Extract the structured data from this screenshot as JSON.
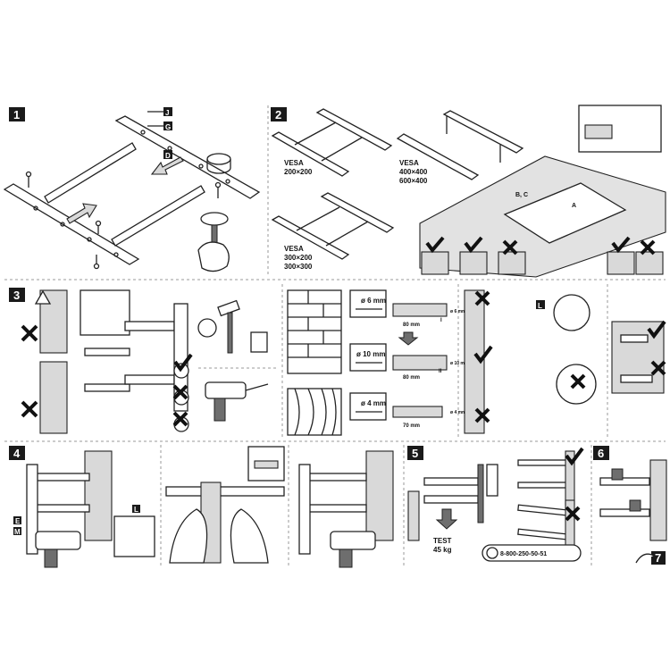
{
  "steps": {
    "s1": "1",
    "s2": "2",
    "s3": "3",
    "s4": "4",
    "s5": "5",
    "s6": "6",
    "s7": "7"
  },
  "parts": {
    "J": "J",
    "G": "G",
    "D": "D",
    "BC": "B, C",
    "A": "A",
    "L": "L",
    "E": "E",
    "M": "M",
    "roman1": "I",
    "roman2": "II"
  },
  "vesa": {
    "v1": "VESA",
    "v1a": "200×200",
    "v2": "VESA",
    "v2a": "400×400",
    "v2b": "600×400",
    "v3": "VESA",
    "v3a": "300×200",
    "v3b": "300×300"
  },
  "drill": {
    "d6": "ø 6 mm",
    "d10": "ø 10 mm",
    "d4": "ø 4 mm",
    "len80a": "80 mm",
    "len80b": "80 mm",
    "len70": "70 mm",
    "side6": "ø 6 mm",
    "side10": "ø 10 mm",
    "side4": "ø 4 mm"
  },
  "test": {
    "line1": "TEST",
    "line2": "45 kg"
  },
  "phone": "8-800-250-50-51",
  "colors": {
    "ink": "#222222",
    "badge": "#1a1a1a",
    "panel": "#d9d9d9",
    "tv": "#c8c8c8"
  }
}
